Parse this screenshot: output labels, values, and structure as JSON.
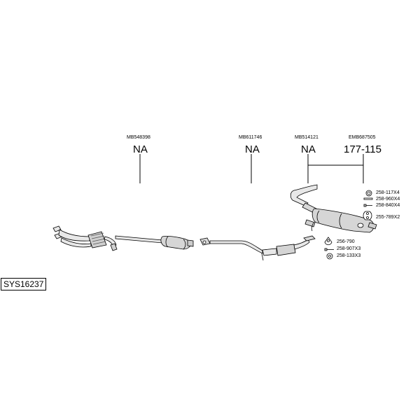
{
  "diagram": {
    "system_id": "SYS16237",
    "part_groups": [
      {
        "ref": "MB548398",
        "code": "NA"
      },
      {
        "ref": "MB611746",
        "code": "NA"
      },
      {
        "ref": "MB514121",
        "code": "NA"
      },
      {
        "ref": "EMB687505",
        "code": "177-115"
      }
    ],
    "accessories": [
      {
        "label": "258-117X4",
        "icon": "clamp-ring-icon"
      },
      {
        "label": "258-960X4",
        "icon": "bolt-icon"
      },
      {
        "label": "258-840X4",
        "icon": "bolt-icon"
      },
      {
        "label": "255-789X2",
        "icon": "rubber-hanger-icon"
      },
      {
        "label": "256-790",
        "icon": "gasket-icon"
      },
      {
        "label": "258-907X3",
        "icon": "bolt-icon"
      },
      {
        "label": "258-133X3",
        "icon": "nut-icon"
      }
    ]
  }
}
